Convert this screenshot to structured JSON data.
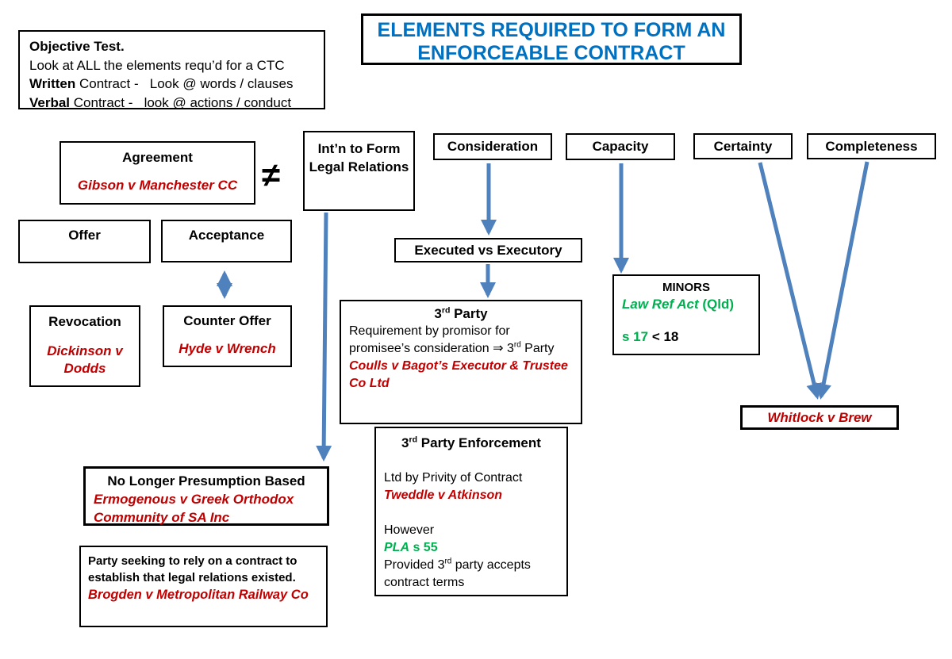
{
  "palette": {
    "title_blue": "#0070C0",
    "arrow_blue": "#4F81BD",
    "case_red": "#C00000",
    "statute_green": "#00B050"
  },
  "title": {
    "line1": "ELEMENTS REQUIRED TO FORM AN",
    "line2": "ENFORCEABLE CONTRACT"
  },
  "objective": {
    "heading": "Objective Test.",
    "line2": "Look at ALL the elements requ’d for a CTC",
    "line3_bold": "Written",
    "line3_rest": " Contract -   Look @ words / clauses",
    "line4_bold": "Verbal",
    "line4_rest": " Contract -   look @ actions / conduct"
  },
  "agreement": {
    "label": "Agreement",
    "case": "Gibson v Manchester CC"
  },
  "neq": "≠",
  "intention": {
    "label": "Int’n to Form Legal Relations"
  },
  "elements": {
    "consideration": "Consideration",
    "capacity": "Capacity",
    "certainty": "Certainty",
    "completeness": "Completeness"
  },
  "offer": {
    "label": "Offer"
  },
  "acceptance": {
    "label": "Acceptance"
  },
  "revocation": {
    "label": "Revocation",
    "case": "Dickinson v Dodds"
  },
  "counter_offer": {
    "label": "Counter Offer",
    "case": "Hyde v Wrench"
  },
  "executed": {
    "label": "Executed vs Executory"
  },
  "third_party": {
    "title_pre": "3",
    "title_sup": "rd",
    "title_post": " Party",
    "body_a": "Requirement by promisor for promisee’s consideration ⇒ 3",
    "body_sup": "rd",
    "body_b": " Party",
    "case": "Coulls v Bagot’s Executor & Trustee Co Ltd"
  },
  "minors": {
    "label": "MINORS",
    "act_italic": "Law Ref Act",
    "act_rest": " (Qld)",
    "s17": "s 17",
    "lt18": " < 18"
  },
  "whitlock": {
    "case": "Whitlock v Brew"
  },
  "no_longer": {
    "heading": "No Longer Presumption Based",
    "case": "Ermogenous v Greek Orthodox Community of SA Inc"
  },
  "party_seeking": {
    "text": "Party seeking to rely on a contract to establish that legal relations existed.",
    "case": "Brogden v Metropolitan Railway Co"
  },
  "enforcement": {
    "title_pre": "3",
    "title_sup": "rd",
    "title_post": " Party Enforcement",
    "line1": "Ltd by Privity of Contract",
    "case1": "Tweddle v Atkinson",
    "line2": "However",
    "statute_italic": "PLA",
    "statute_rest": " s 55",
    "line3_a": "Provided 3",
    "line3_sup": "rd",
    "line3_b": " party accepts contract terms"
  }
}
